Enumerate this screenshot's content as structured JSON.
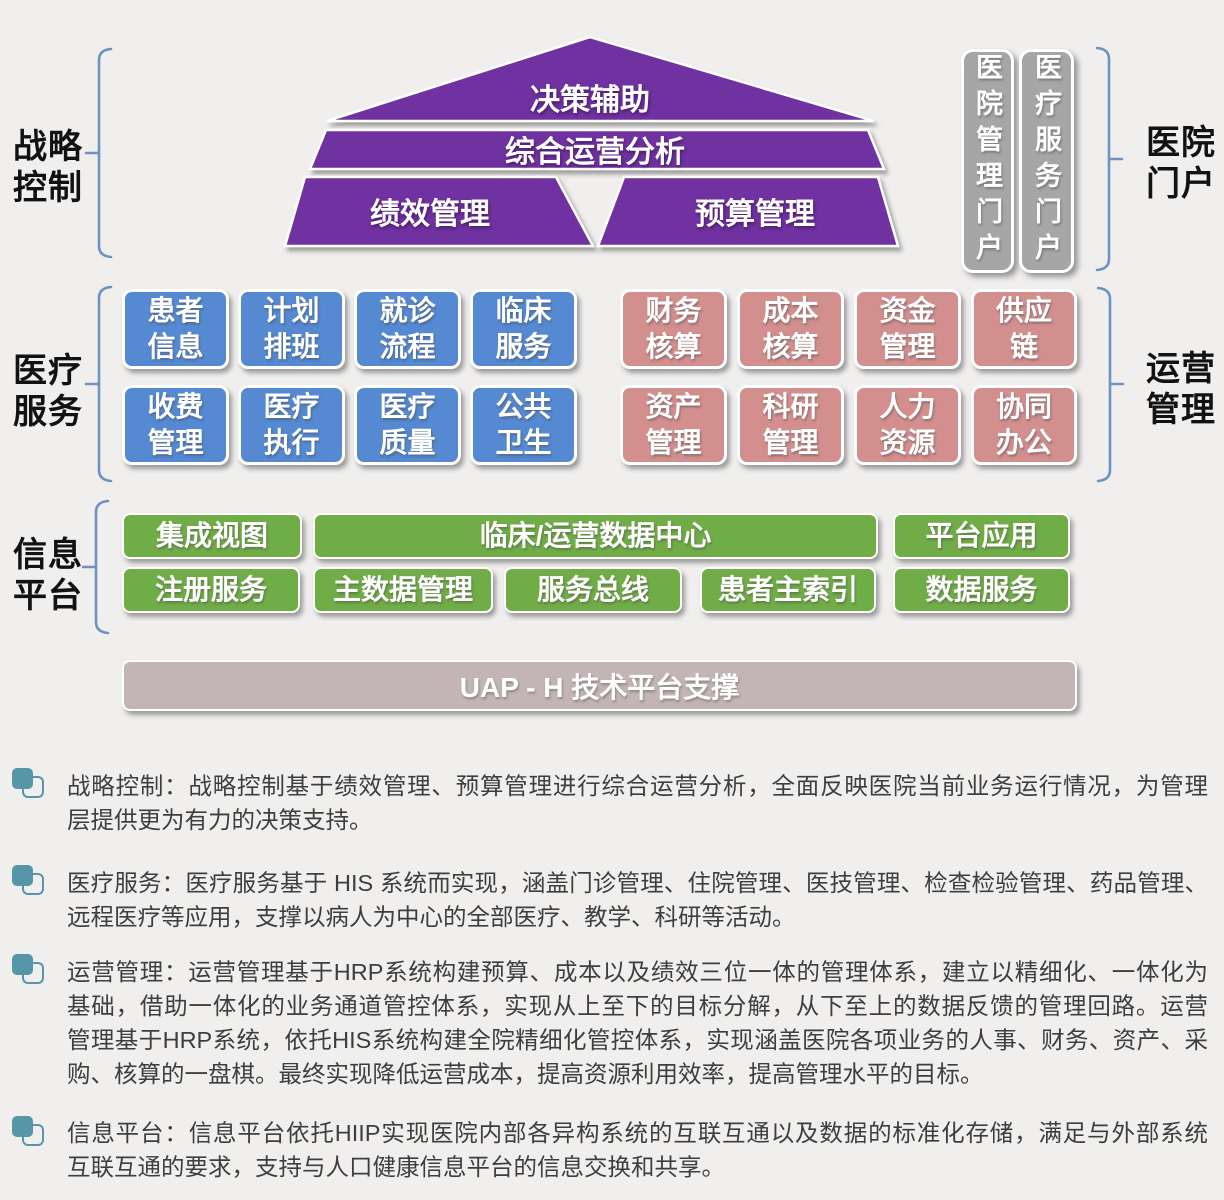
{
  "page": {
    "background": "#f0efee"
  },
  "colors": {
    "purple": "#7030a0",
    "blue_box": "#5589d2",
    "pink_box": "#d28f8e",
    "green_box": "#70ad47",
    "gray_portal": "#a6a6a6",
    "uap_bar": "#c3b5b5",
    "bracket": "#6690c2",
    "bullet": "#5795a9",
    "paragraph_text": "#3e3e3e"
  },
  "pyramid": {
    "top": "决策辅助",
    "middle": "综合运营分析",
    "bottom_left": "绩效管理",
    "bottom_right": "预算管理"
  },
  "side_labels": {
    "strategy": "战略\n控制",
    "medical": "医疗\n服务",
    "platform": "信息\n平台",
    "portal": "医院\n门户",
    "operation": "运营\n管理"
  },
  "portals": [
    {
      "label": "医院管理门户"
    },
    {
      "label": "医疗服务门户"
    }
  ],
  "medical_boxes": [
    "患者\n信息",
    "计划\n排班",
    "就诊\n流程",
    "临床\n服务",
    "收费\n管理",
    "医疗\n执行",
    "医疗\n质量",
    "公共\n卫生"
  ],
  "operation_boxes": [
    "财务\n核算",
    "成本\n核算",
    "资金\n管理",
    "供应\n链",
    "资产\n管理",
    "科研\n管理",
    "人力\n资源",
    "协同\n办公"
  ],
  "platform_row1": [
    "集成视图",
    "临床/运营数据中心",
    "平台应用"
  ],
  "platform_row2": [
    "注册服务",
    "主数据管理",
    "服务总线",
    "患者主索引",
    "数据服务"
  ],
  "uap_label": "UAP - H 技术平台支撑",
  "paragraphs": [
    {
      "name": "战略控制",
      "lines": [
        "战略控制：战略控制基于绩效管理、预算管理进行综合运营分析，全面反映医院当前业务运行情况，为管理",
        "层提供更为有力的决策支持。"
      ]
    },
    {
      "name": "医疗服务",
      "lines": [
        "医疗服务：医疗服务基于 HIS 系统而实现，涵盖门诊管理、住院管理、医技管理、检查检验管理、药品管理、",
        "远程医疗等应用，支撑以病人为中心的全部医疗、教学、科研等活动。"
      ]
    },
    {
      "name": "运营管理",
      "lines": [
        "运营管理：运营管理基于HRP系统构建预算、成本以及绩效三位一体的管理体系，建立以精细化、一体化为",
        "基础，借助一体化的业务通道管控体系，实现从上至下的目标分解，从下至上的数据反馈的管理回路。运营",
        "管理基于HRP系统，依托HIS系统构建全院精细化管控体系，实现涵盖医院各项业务的人事、财务、资产、采",
        "购、核算的一盘棋。最终实现降低运营成本，提高资源利用效率，提高管理水平的目标。"
      ]
    },
    {
      "name": "信息平台",
      "lines": [
        "信息平台：信息平台依托HIIP实现医院内部各异构系统的互联互通以及数据的标准化存储，满足与外部系统",
        "互联互通的要求，支持与人口健康信息平台的信息交换和共享。"
      ]
    }
  ]
}
